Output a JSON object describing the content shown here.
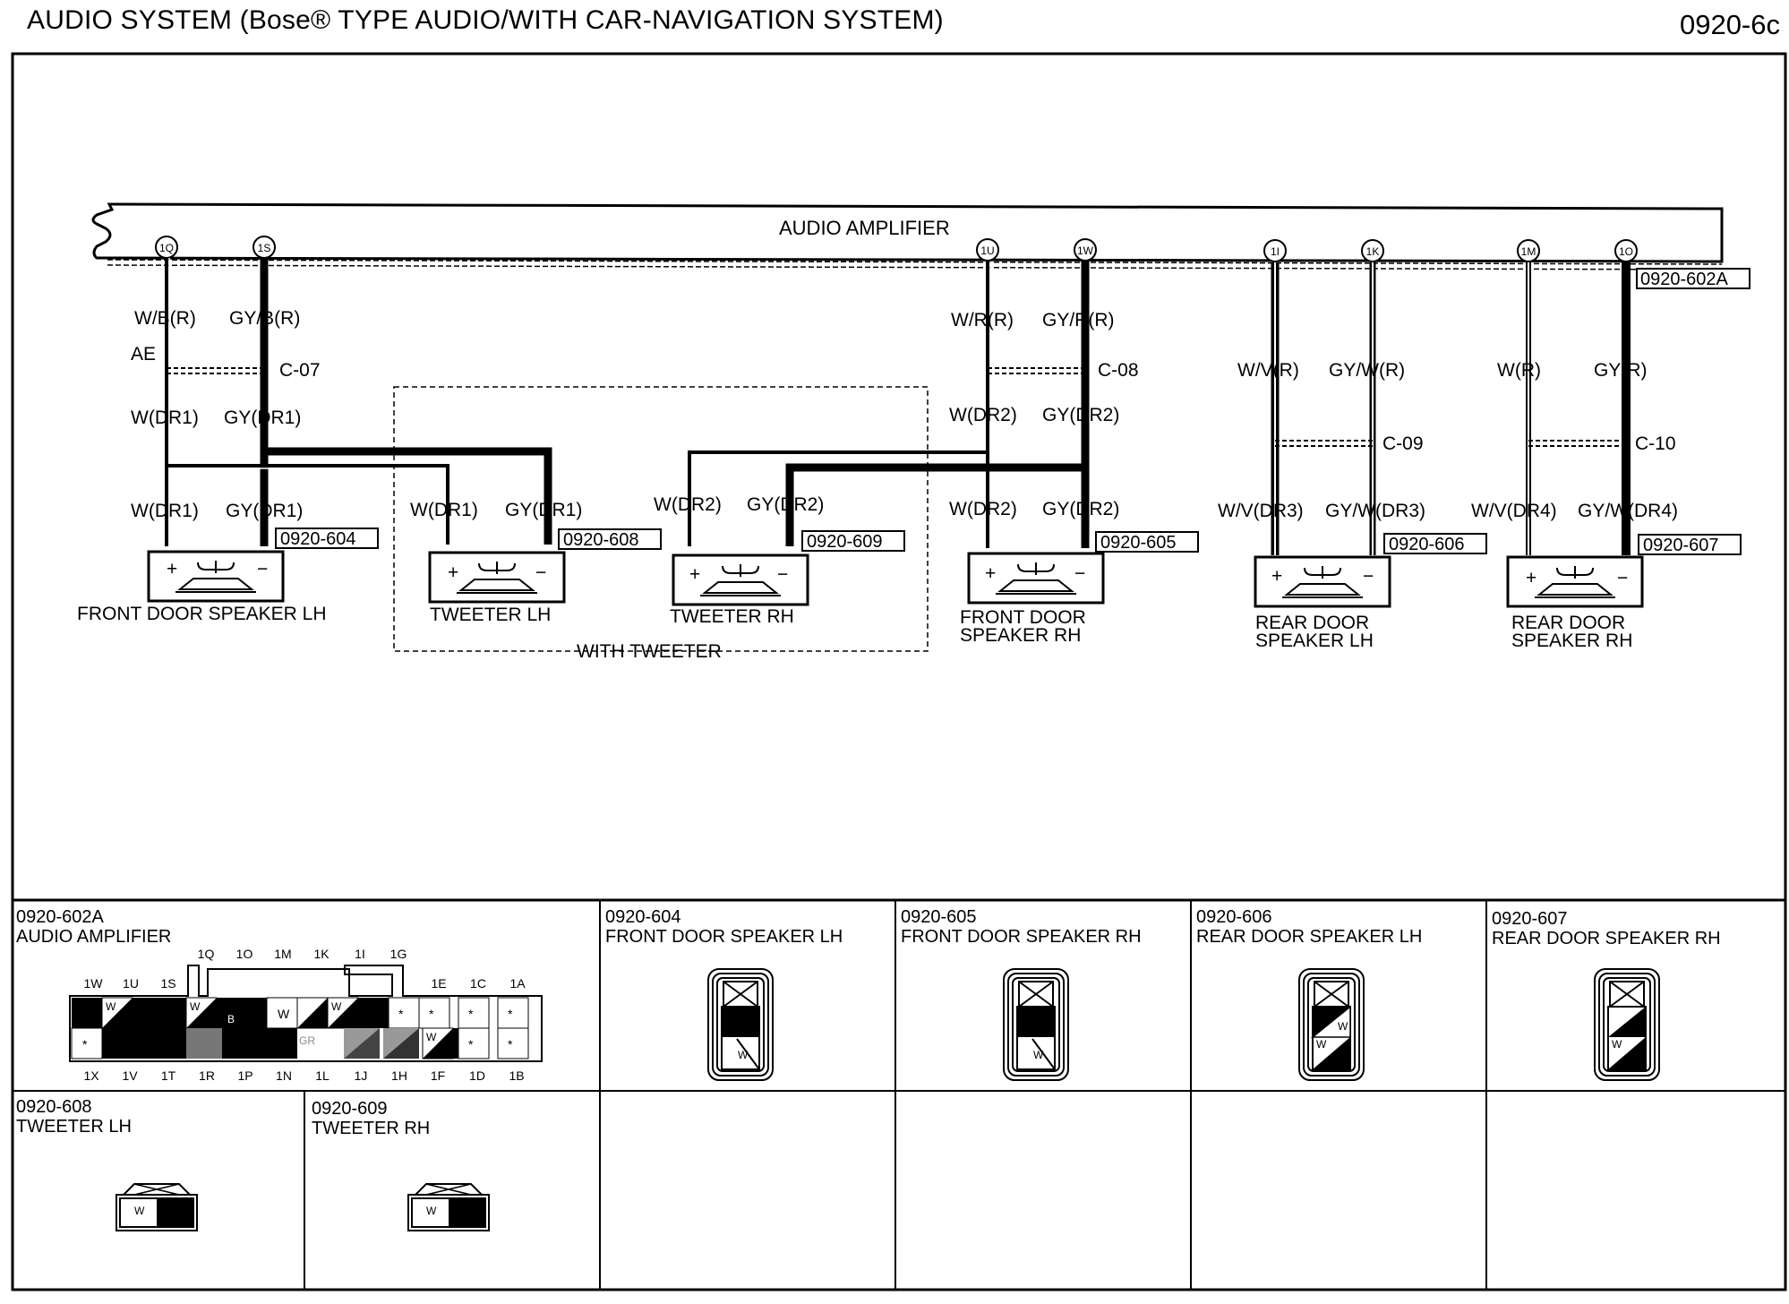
{
  "header": {
    "title": "AUDIO SYSTEM (Bose® TYPE AUDIO/WITH CAR-NAVIGATION SYSTEM)",
    "page_number": "0920-6c"
  },
  "amplifier": {
    "label": "AUDIO AMPLIFIER",
    "connector": "0920-602A",
    "pins": [
      "1Q",
      "1S",
      "1U",
      "1W",
      "1I",
      "1K",
      "1M",
      "1O"
    ]
  },
  "wires": {
    "lh_plus_r": "W/B(R)",
    "lh_minus_r": "GY/B(R)",
    "ae": "AE",
    "c07": "C-07",
    "lh_plus_dr": "W(DR1)",
    "lh_minus_dr": "GY(DR1)",
    "rh_plus_r": "W/R(R)",
    "rh_minus_r": "GY/R(R)",
    "c08": "C-08",
    "rh_plus_dr": "W(DR2)",
    "rh_minus_dr": "GY(DR2)",
    "rl_plus_r": "W/V(R)",
    "rl_minus_r": "GY/W(R)",
    "c09": "C-09",
    "rl_plus_dr": "W/V(DR3)",
    "rl_minus_dr": "GY/W(DR3)",
    "rr_plus_r": "W(R)",
    "rr_minus_r": "GY(R)",
    "c10": "C-10",
    "rr_plus_dr": "W/V(DR4)",
    "rr_minus_dr": "GY/W(DR4)"
  },
  "components": {
    "fl": {
      "name": "FRONT DOOR SPEAKER LH",
      "conn": "0920-604"
    },
    "twl": {
      "name": "TWEETER LH",
      "conn": "0920-608"
    },
    "twr": {
      "name": "TWEETER RH",
      "conn": "0920-609"
    },
    "fr": {
      "name1": "FRONT DOOR",
      "name2": "SPEAKER RH",
      "conn": "0920-605"
    },
    "rl": {
      "name1": "REAR DOOR",
      "name2": "SPEAKER LH",
      "conn": "0920-606"
    },
    "rr": {
      "name1": "REAR DOOR",
      "name2": "SPEAKER RH",
      "conn": "0920-607"
    },
    "with_tweeter": "WITH TWEETER"
  },
  "connectors": {
    "amp": {
      "code": "0920-602A",
      "name": "AUDIO AMPLIFIER",
      "top_pins_upper": [
        "1Q",
        "1O",
        "1M",
        "1K",
        "1I",
        "1G"
      ],
      "top_pins_lower": [
        "1W",
        "1U",
        "1S",
        "1E",
        "1C",
        "1A"
      ],
      "bottom_pins": [
        "1X",
        "1V",
        "1T",
        "1R",
        "1P",
        "1N",
        "1L",
        "1J",
        "1H",
        "1F",
        "1D",
        "1B"
      ],
      "w": "W",
      "b": "B",
      "gr": "GR",
      "star": "*"
    },
    "c604": {
      "code": "0920-604",
      "name": "FRONT DOOR SPEAKER LH"
    },
    "c605": {
      "code": "0920-605",
      "name": "FRONT DOOR SPEAKER RH"
    },
    "c606": {
      "code": "0920-606",
      "name": "REAR DOOR SPEAKER LH"
    },
    "c607": {
      "code": "0920-607",
      "name": "REAR DOOR SPEAKER RH"
    },
    "c608": {
      "code": "0920-608",
      "name": "TWEETER LH"
    },
    "c609": {
      "code": "0920-609",
      "name": "TWEETER RH"
    },
    "w": "W"
  }
}
